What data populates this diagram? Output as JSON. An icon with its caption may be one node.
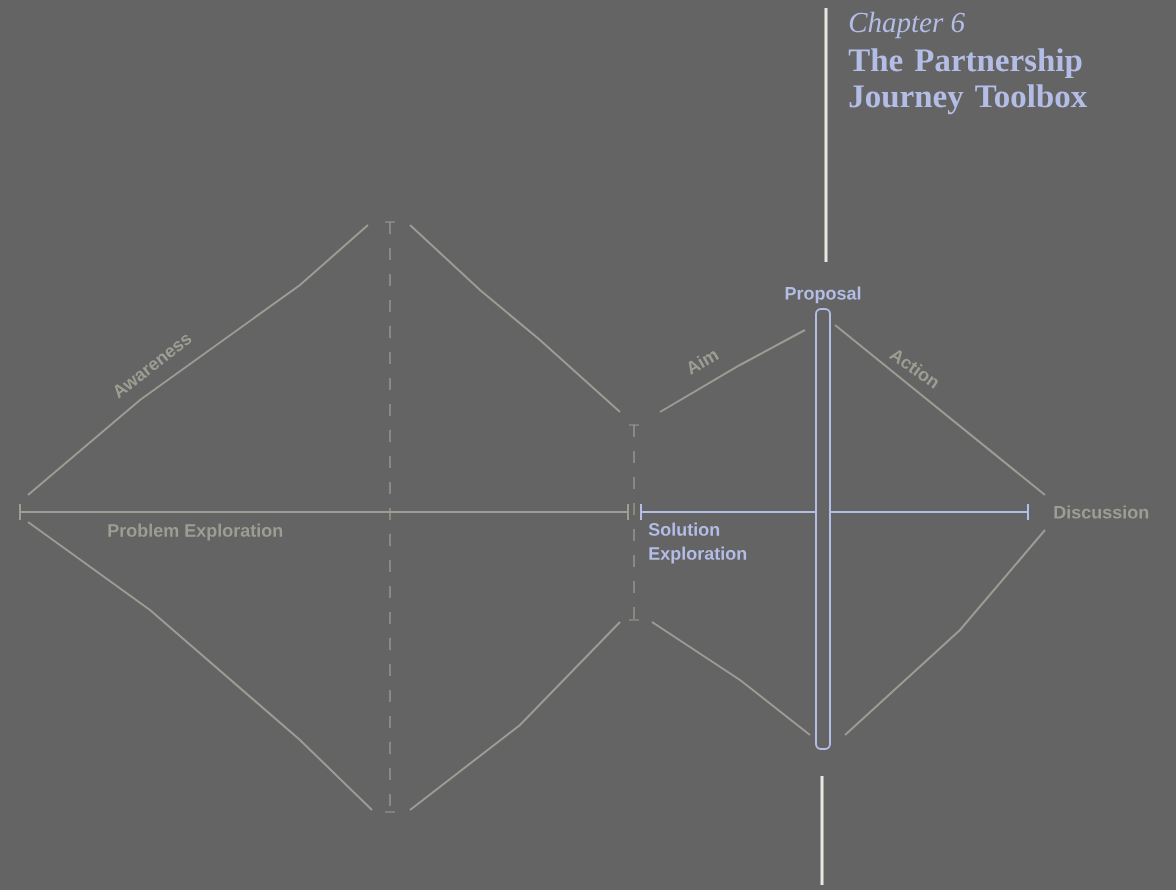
{
  "diagram": {
    "title": "The Partnership Journey Toolbox",
    "nodes": [
      {
        "text": [
          "Proposal"
        ]
      }
    ],
    "labels": [
      "Chapter 6",
      "Awareness",
      "Aim",
      "Action",
      "Problem Exploration",
      "Solution Exploration",
      "Discussion"
    ]
  }
}
